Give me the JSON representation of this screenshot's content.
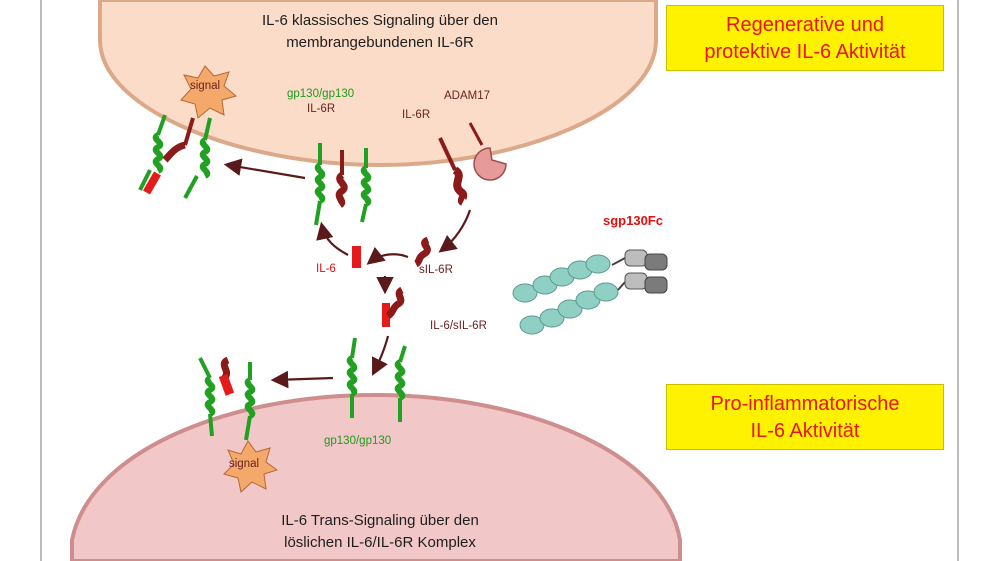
{
  "top_cell": {
    "title_line1": "IL-6 klassisches Signaling über den",
    "title_line2": "membrangebundenen IL-6R"
  },
  "bottom_cell": {
    "title_line1": "IL-6 Trans-Signaling über den",
    "title_line2": "löslichen IL-6/IL-6R Komplex"
  },
  "labels": {
    "signal_top": "signal",
    "signal_bottom": "signal",
    "gp130_pair_top": "gp130/gp130",
    "il6r_top": "IL-6R",
    "adam17": "ADAM17",
    "il6r_right": "IL-6R",
    "il6": "IL-6",
    "sil6r": "sIL-6R",
    "complex": "IL-6/sIL-6R",
    "gp130_pair_bottom": "gp130/gp130",
    "sgp130fc": "sgp130Fc"
  },
  "boxes": {
    "regenerative_line1": "Regenerative und",
    "regenerative_line2": "protektive IL-6 Aktivität",
    "proinflammatory_line1": "Pro-inflammatorische",
    "proinflammatory_line2": "IL-6 Aktivität"
  },
  "colors": {
    "cell_top_fill": "#fbdcc8",
    "cell_top_stroke": "#dba88a",
    "cell_bottom_fill": "#f2c7c7",
    "cell_bottom_stroke": "#cf8e8e",
    "gp130": "#22a022",
    "il6r": "#8b1a1a",
    "il6": "#e51b1b",
    "box_fill": "#fff200",
    "box_text": "#e8151b",
    "sgp_bead": "#8fcfc4"
  }
}
